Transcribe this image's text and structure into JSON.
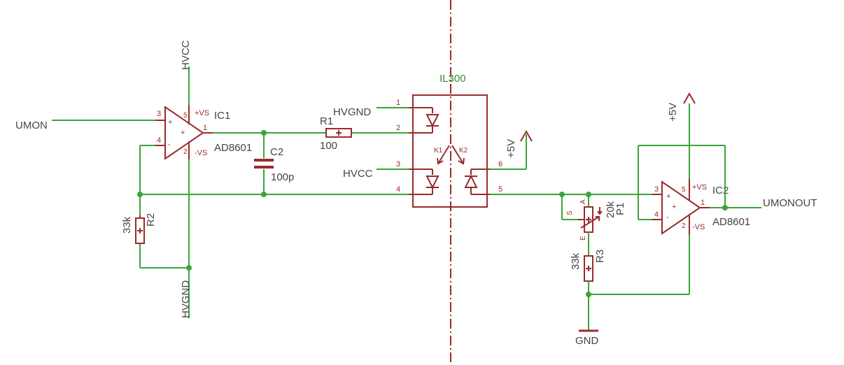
{
  "nets": {
    "umon": "UMON",
    "umonout": "UMONOUT",
    "hvcc_top": "HVCC",
    "hvgnd_bottom": "HVGND",
    "hvgnd_il300": "HVGND",
    "hvcc_il300": "HVCC",
    "plus5v_top": "+5V",
    "plus5v_right": "+5V",
    "gnd": "GND"
  },
  "ic1": {
    "name": "IC1",
    "value": "AD8601",
    "pin_plusvs": "+VS",
    "pin_minusvs": "-VS",
    "pin3": "3",
    "pin4": "4",
    "pin1": "1",
    "pin5": "5",
    "pin2": "2",
    "plus": "+",
    "minus": "-"
  },
  "ic2": {
    "name": "IC2",
    "value": "AD8601",
    "pin_plusvs": "+VS",
    "pin_minusvs": "-VS",
    "pin3": "3",
    "pin4": "4",
    "pin1": "1",
    "pin5": "5",
    "pin2": "2",
    "plus": "+",
    "minus": "-"
  },
  "r1": {
    "name": "R1",
    "value": "100"
  },
  "r2": {
    "name": "R2",
    "value": "33k"
  },
  "r3": {
    "name": "R3",
    "value": "33k"
  },
  "c2": {
    "name": "C2",
    "value": "100p"
  },
  "p1": {
    "name": "P1",
    "value": "20k",
    "pin_s": "S",
    "pin_a": "A",
    "pin_e": "E"
  },
  "il300": {
    "name": "IL300",
    "p1": "1",
    "p2": "2",
    "p3": "3",
    "p4": "4",
    "p5": "5",
    "p6": "6",
    "k1": "K1",
    "k2": "K2"
  }
}
